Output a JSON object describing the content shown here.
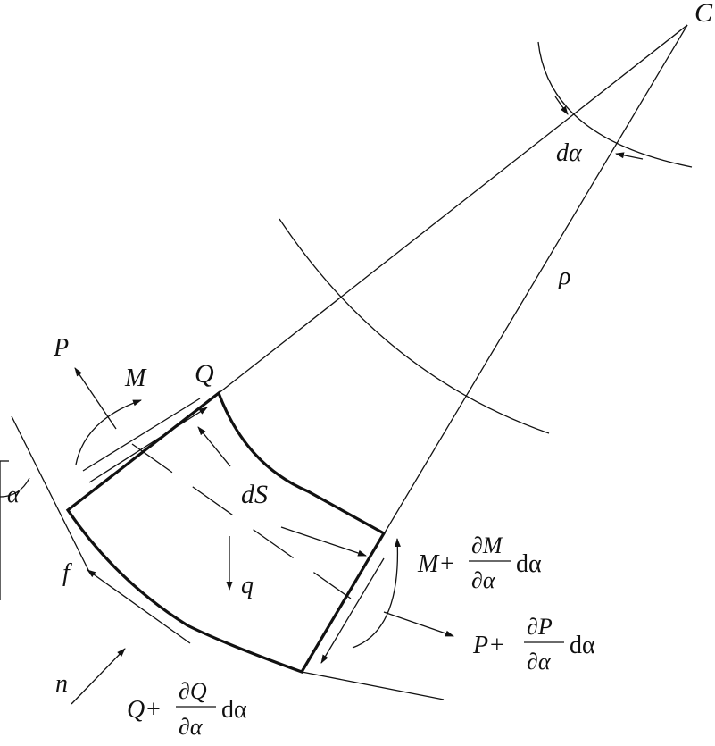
{
  "labels": {
    "center": "C",
    "angle": "dα",
    "radius": "ρ",
    "force_p": "P",
    "moment_m": "M",
    "shear_q": "Q",
    "arc_element": "dS",
    "slope_angle": "α",
    "friction": "f",
    "load_q": "q",
    "normal": "n"
  },
  "right_moment": {
    "prefix": "M+",
    "num": "∂M",
    "den": "∂α",
    "suffix": "dα"
  },
  "right_force": {
    "prefix": "P+",
    "num": "∂P",
    "den": "∂α",
    "suffix": "dα"
  },
  "bottom_shear": {
    "prefix": "Q+",
    "num": "∂Q",
    "den": "∂α",
    "suffix": "dα"
  }
}
